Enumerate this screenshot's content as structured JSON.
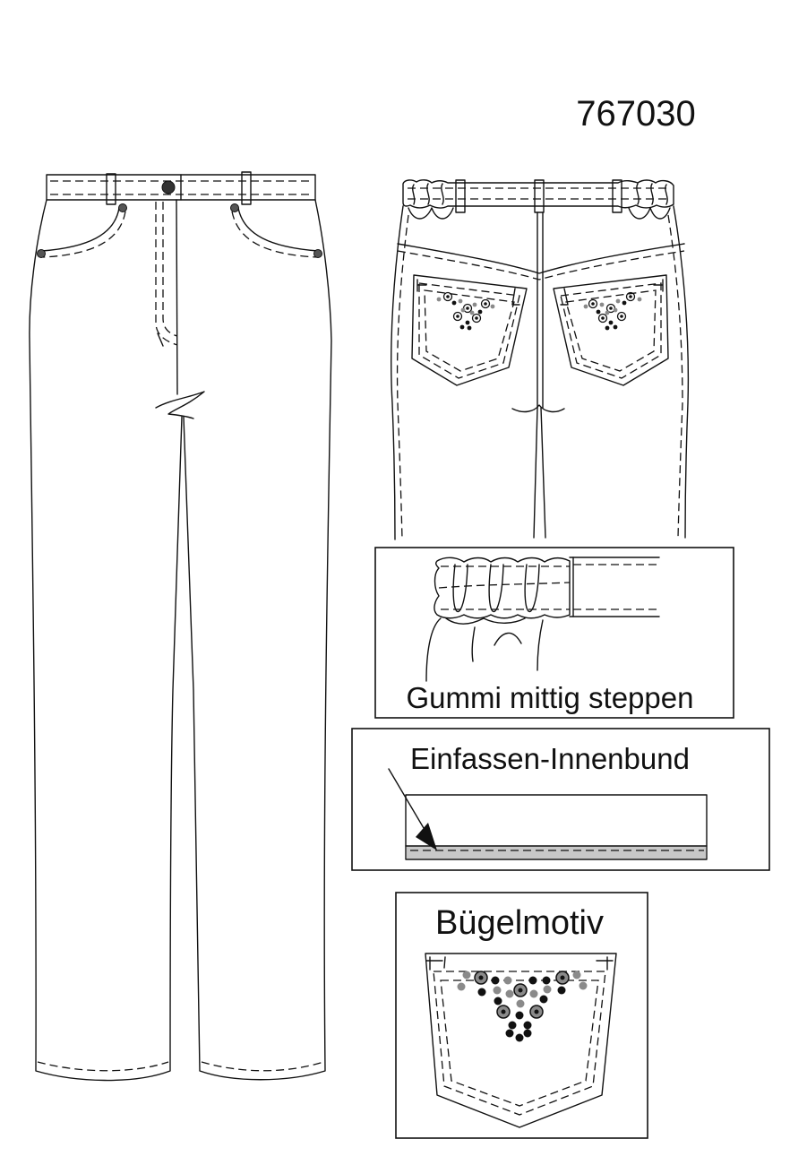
{
  "style_number": "767030",
  "callouts": {
    "elastic_detail": "Gummi mittig steppen",
    "inner_waistband": "Einfassen-Innenbund",
    "iron_on_motif": "Bügelmotiv"
  },
  "colors": {
    "line": "#111111",
    "stud_dark": "#111111",
    "stud_grey": "#8a8a8a",
    "binding_fill": "#c8c8c8"
  }
}
